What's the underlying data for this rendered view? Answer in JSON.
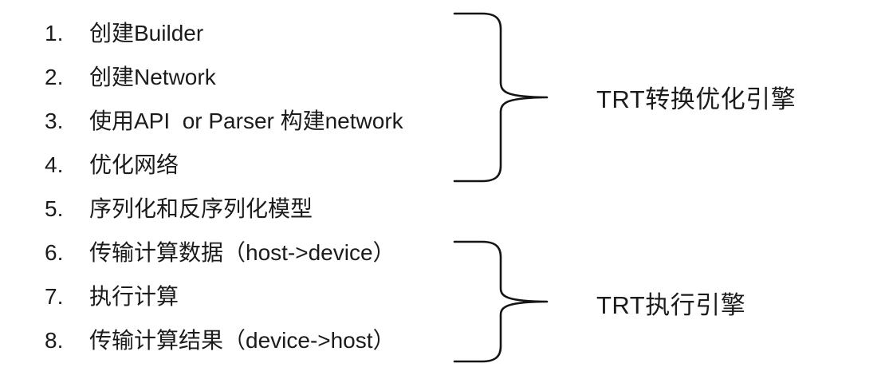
{
  "page": {
    "background_color": "#ffffff",
    "text_color": "#1b1b1b",
    "brace_color": "#141414"
  },
  "steps": [
    {
      "num": "1.",
      "text": "创建Builder"
    },
    {
      "num": "2.",
      "text": "创建Network"
    },
    {
      "num": "3.",
      "text": "使用API  or Parser 构建network"
    },
    {
      "num": "4.",
      "text": "优化网络"
    },
    {
      "num": "5.",
      "text": "序列化和反序列化模型"
    },
    {
      "num": "6.",
      "text": "传输计算数据（host->device）"
    },
    {
      "num": "7.",
      "text": "执行计算"
    },
    {
      "num": "8.",
      "text": "传输计算结果（device->host）"
    }
  ],
  "groups": [
    {
      "label": "TRT转换优化引擎",
      "from_step": 1,
      "to_step": 4
    },
    {
      "label": "TRT执行引擎",
      "from_step": 6,
      "to_step": 8
    }
  ]
}
